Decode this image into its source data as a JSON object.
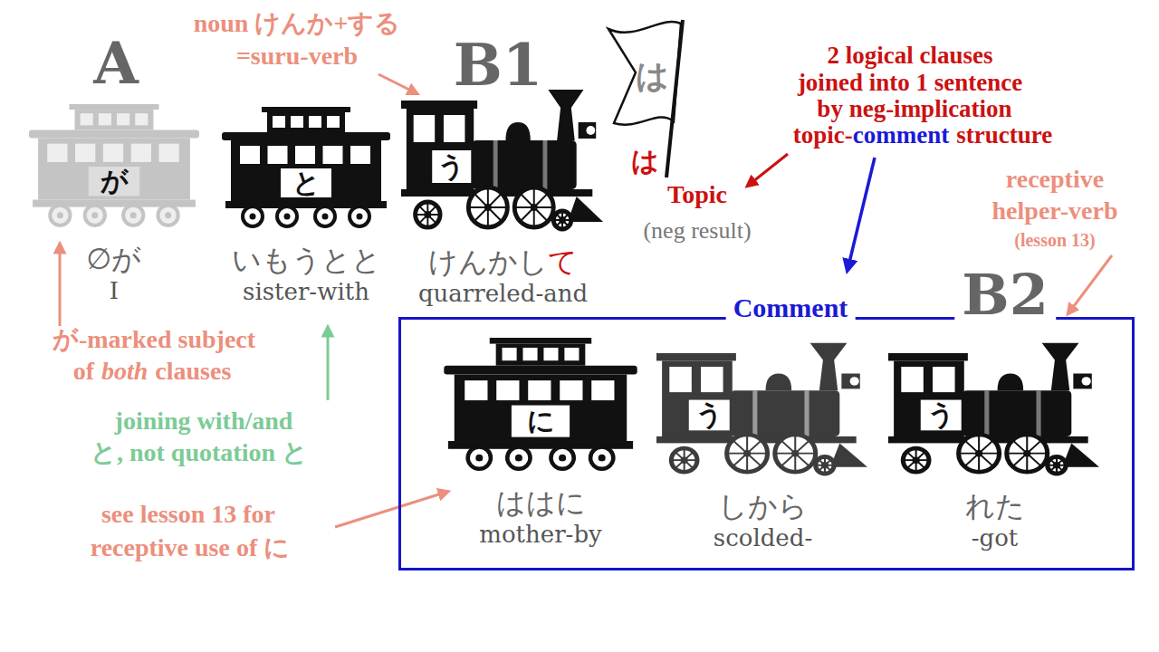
{
  "diagram": {
    "nodes": [
      {
        "text": [
          "が",
          "∅が",
          "I"
        ]
      },
      {
        "text": [
          "と",
          "いもうとと",
          "sister-with"
        ]
      },
      {
        "text": [
          "う",
          "けんかし",
          "て",
          "quarreled-and"
        ]
      },
      {
        "text": [
          "は"
        ]
      },
      {
        "text": [
          "Comment",
          "B2"
        ]
      },
      {
        "text": [
          "に",
          "ははに",
          "mother-by"
        ],
        "in": 4
      },
      {
        "text": [
          "う",
          "しから",
          "scolded-"
        ],
        "in": 4
      },
      {
        "text": [
          "う",
          "れた",
          "-got"
        ],
        "in": 4
      }
    ],
    "labels": [
      "noun けんか+する",
      "=suru-verb",
      "A",
      "B1",
      "は",
      "Topic",
      "(neg result)",
      "2 logical clauses",
      "joined into 1 sentence",
      "by neg-implication",
      "topic-",
      "comment",
      "structure",
      "receptive",
      "helper-verb",
      "(lesson 13)",
      "が-marked subject",
      "of",
      "both",
      "clauses",
      "joining with/and",
      "と, not quotation と",
      "see lesson 13 for",
      "receptive use of に"
    ]
  }
}
